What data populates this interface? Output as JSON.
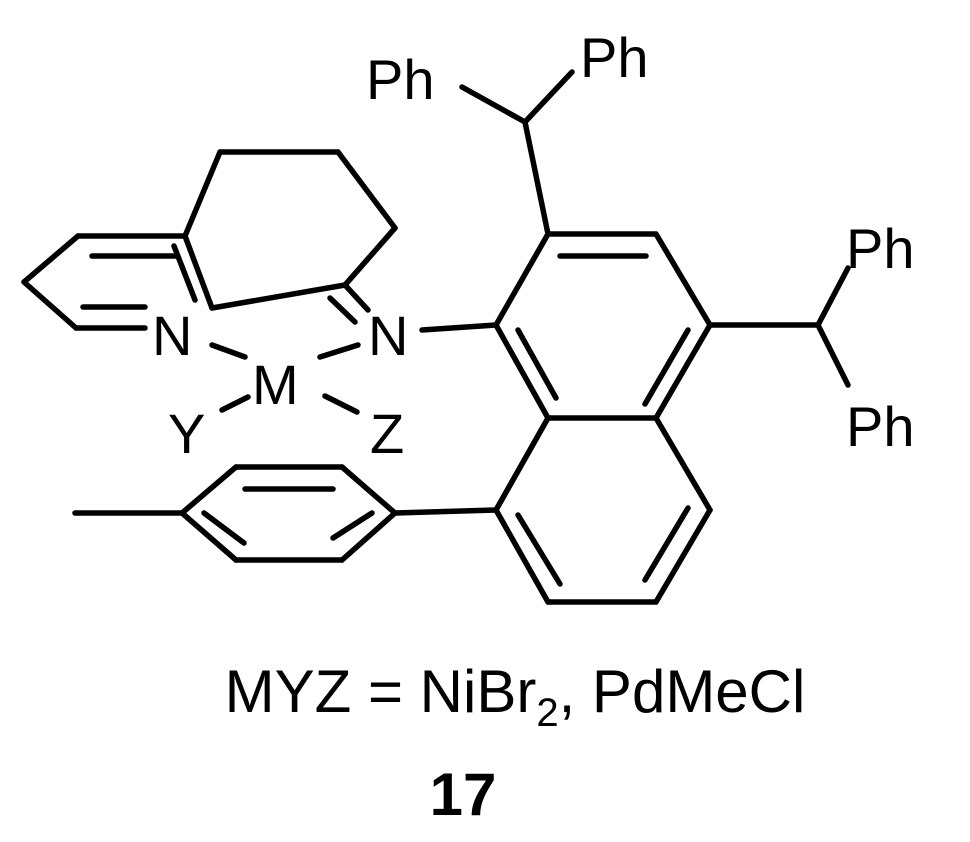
{
  "structure": {
    "atoms": {
      "ph_top_left": "Ph",
      "ph_top_right": "Ph",
      "ph_right_upper": "Ph",
      "ph_right_lower": "Ph",
      "n_pyridine": "N",
      "n_imine": "N",
      "metal": "M",
      "ligand_y": "Y",
      "ligand_z": "Z"
    }
  },
  "caption": {
    "prefix": "MYZ = NiBr",
    "subscript": "2",
    "suffix": ", PdMeCl"
  },
  "compound_number": "17"
}
